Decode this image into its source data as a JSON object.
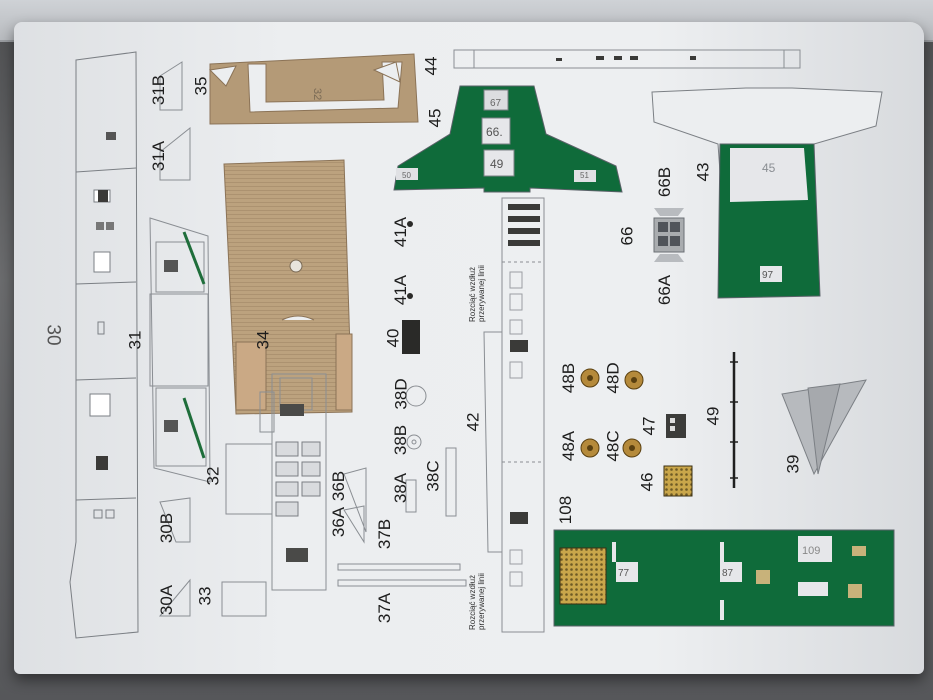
{
  "sheet": {
    "labels": {
      "p30": "30",
      "p30A": "30A",
      "p30B": "30B",
      "p31": "31",
      "p31A": "31A",
      "p31B": "31B",
      "p32": "32",
      "p33": "33",
      "p34": "34",
      "p35": "35",
      "p36A": "36A",
      "p36B": "36B",
      "p37A": "37A",
      "p37B": "37B",
      "p38A": "38A",
      "p38B": "38B",
      "p38C": "38C",
      "p38D": "38D",
      "p39": "39",
      "p40": "40",
      "p41A_top": "41A",
      "p41A_bottom": "41A",
      "p42": "42",
      "p43": "43",
      "p44": "44",
      "p45": "45",
      "p46": "46",
      "p47": "47",
      "p48A": "48A",
      "p48B": "48B",
      "p48C": "48C",
      "p48D": "48D",
      "p49": "49",
      "p66": "66",
      "p66A": "66A",
      "p66B": "66B",
      "p108": "108"
    },
    "inner_marks": {
      "m32": "32",
      "m45": "45",
      "m49": "49",
      "m66": "66.",
      "m67": "67",
      "m77": "77",
      "m87": "87",
      "m97": "97",
      "m109": "109",
      "m50": "50",
      "m51": "51"
    },
    "notes": {
      "cut_top_line1": "Rozciąć wzdłuż",
      "cut_top_line2": "przerywanej linii",
      "cut_bottom_line1": "Rozciąć wzdłuż",
      "cut_bottom_line2": "przerywanej linii"
    },
    "colors": {
      "paper": "#eceef0",
      "deck_wood": "#b49a77",
      "green": "#0f6b3a",
      "outline": "#6b6f74"
    }
  }
}
